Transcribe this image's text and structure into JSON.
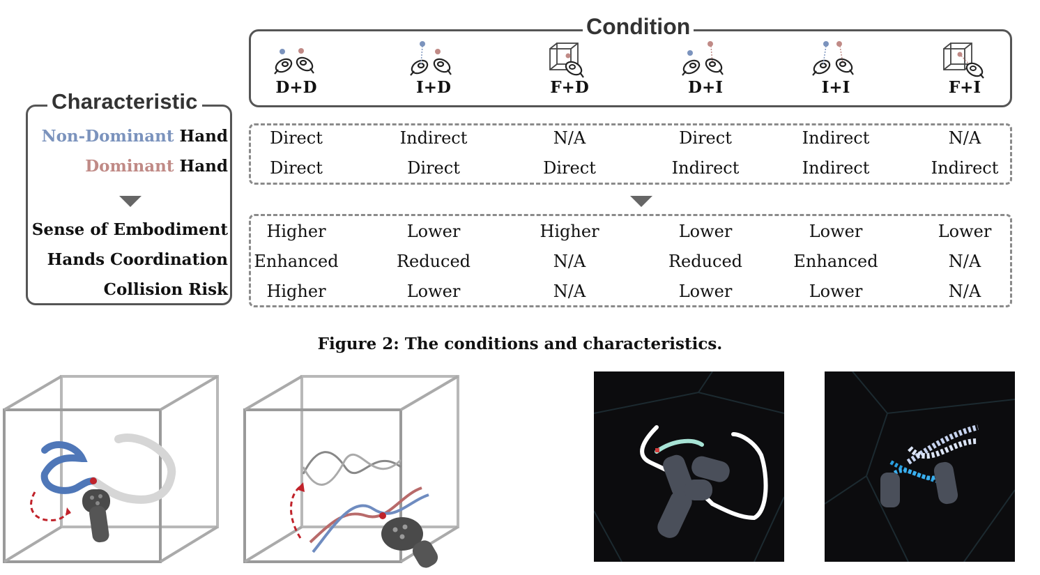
{
  "characteristic": {
    "title": "Characteristic",
    "non_dominant_word": "Non-Dominant",
    "dominant_word": "Dominant",
    "hand_word": "Hand",
    "measures": [
      "Sense of Embodiment",
      "Hands Coordination",
      "Collision Risk"
    ]
  },
  "condition": {
    "title": "Condition",
    "columns": [
      {
        "label": "D+D",
        "icon": "direct-direct-icon",
        "non_dominant": "Direct",
        "dominant": "Direct",
        "embodiment": "Higher",
        "coordination": "Enhanced",
        "collision": "Higher"
      },
      {
        "label": "I+D",
        "icon": "indirect-direct-icon",
        "non_dominant": "Indirect",
        "dominant": "Direct",
        "embodiment": "Lower",
        "coordination": "Reduced",
        "collision": "Lower"
      },
      {
        "label": "F+D",
        "icon": "fixed-direct-icon",
        "non_dominant": "N/A",
        "dominant": "Direct",
        "embodiment": "Higher",
        "coordination": "N/A",
        "collision": "N/A"
      },
      {
        "label": "D+I",
        "icon": "direct-indirect-icon",
        "non_dominant": "Direct",
        "dominant": "Indirect",
        "embodiment": "Lower",
        "coordination": "Reduced",
        "collision": "Lower"
      },
      {
        "label": "I+I",
        "icon": "indirect-indirect-icon",
        "non_dominant": "Indirect",
        "dominant": "Indirect",
        "embodiment": "Lower",
        "coordination": "Enhanced",
        "collision": "Lower"
      },
      {
        "label": "F+I",
        "icon": "fixed-indirect-icon",
        "non_dominant": "N/A",
        "dominant": "Indirect",
        "embodiment": "Lower",
        "coordination": "N/A",
        "collision": "N/A"
      }
    ]
  },
  "caption": "Figure 2: The conditions and characteristics.",
  "colors": {
    "non_dominant": "#7b93bd",
    "dominant": "#c08a86",
    "box_border": "#555555",
    "dashed_border": "#8a8a8a",
    "arrow_red": "#c0222a"
  },
  "illustrations": [
    "cube-curve-illustration",
    "cube-dna-illustration",
    "vr-curve-screenshot",
    "vr-dna-screenshot"
  ]
}
